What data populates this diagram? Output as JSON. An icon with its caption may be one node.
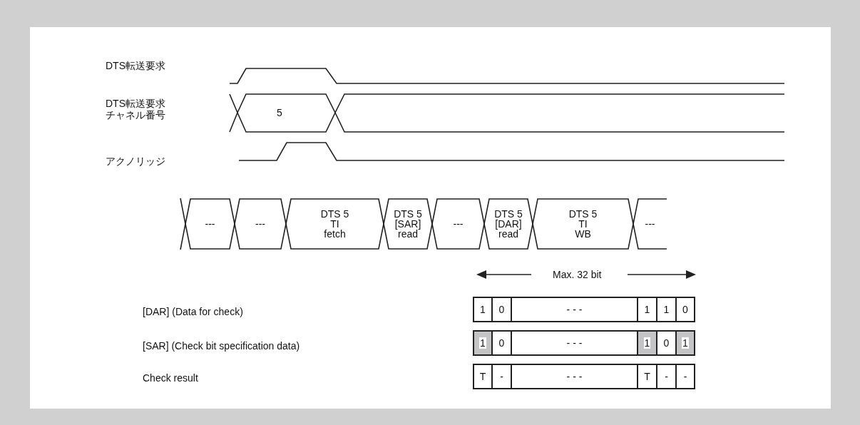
{
  "diagram": {
    "nodes": [
      {
        "text": [
          "---"
        ]
      },
      {
        "text": [
          "---"
        ]
      },
      {
        "text": [
          "DTS 5 TI fetch"
        ]
      },
      {
        "text": [
          "DTS 5 [SAR] read"
        ]
      },
      {
        "text": [
          "---"
        ]
      },
      {
        "text": [
          "DTS 5 [DAR] read"
        ]
      },
      {
        "text": [
          "DTS 5 TI WB"
        ]
      },
      {
        "text": [
          "---"
        ]
      }
    ],
    "labels": [
      "DTS転送要求",
      "DTS転送要求チャネル番号",
      "5",
      "アクノリッジ",
      "Max. 32 bit",
      "[DAR] (Data for check)",
      "1",
      "0",
      "- - -",
      "1",
      "1",
      "0",
      "[SAR] (Check bit specification data)",
      "1",
      "0",
      "- - -",
      "1",
      "0",
      "1",
      "Check result",
      "T",
      "-",
      "- - -",
      "T",
      "-",
      "-"
    ]
  }
}
